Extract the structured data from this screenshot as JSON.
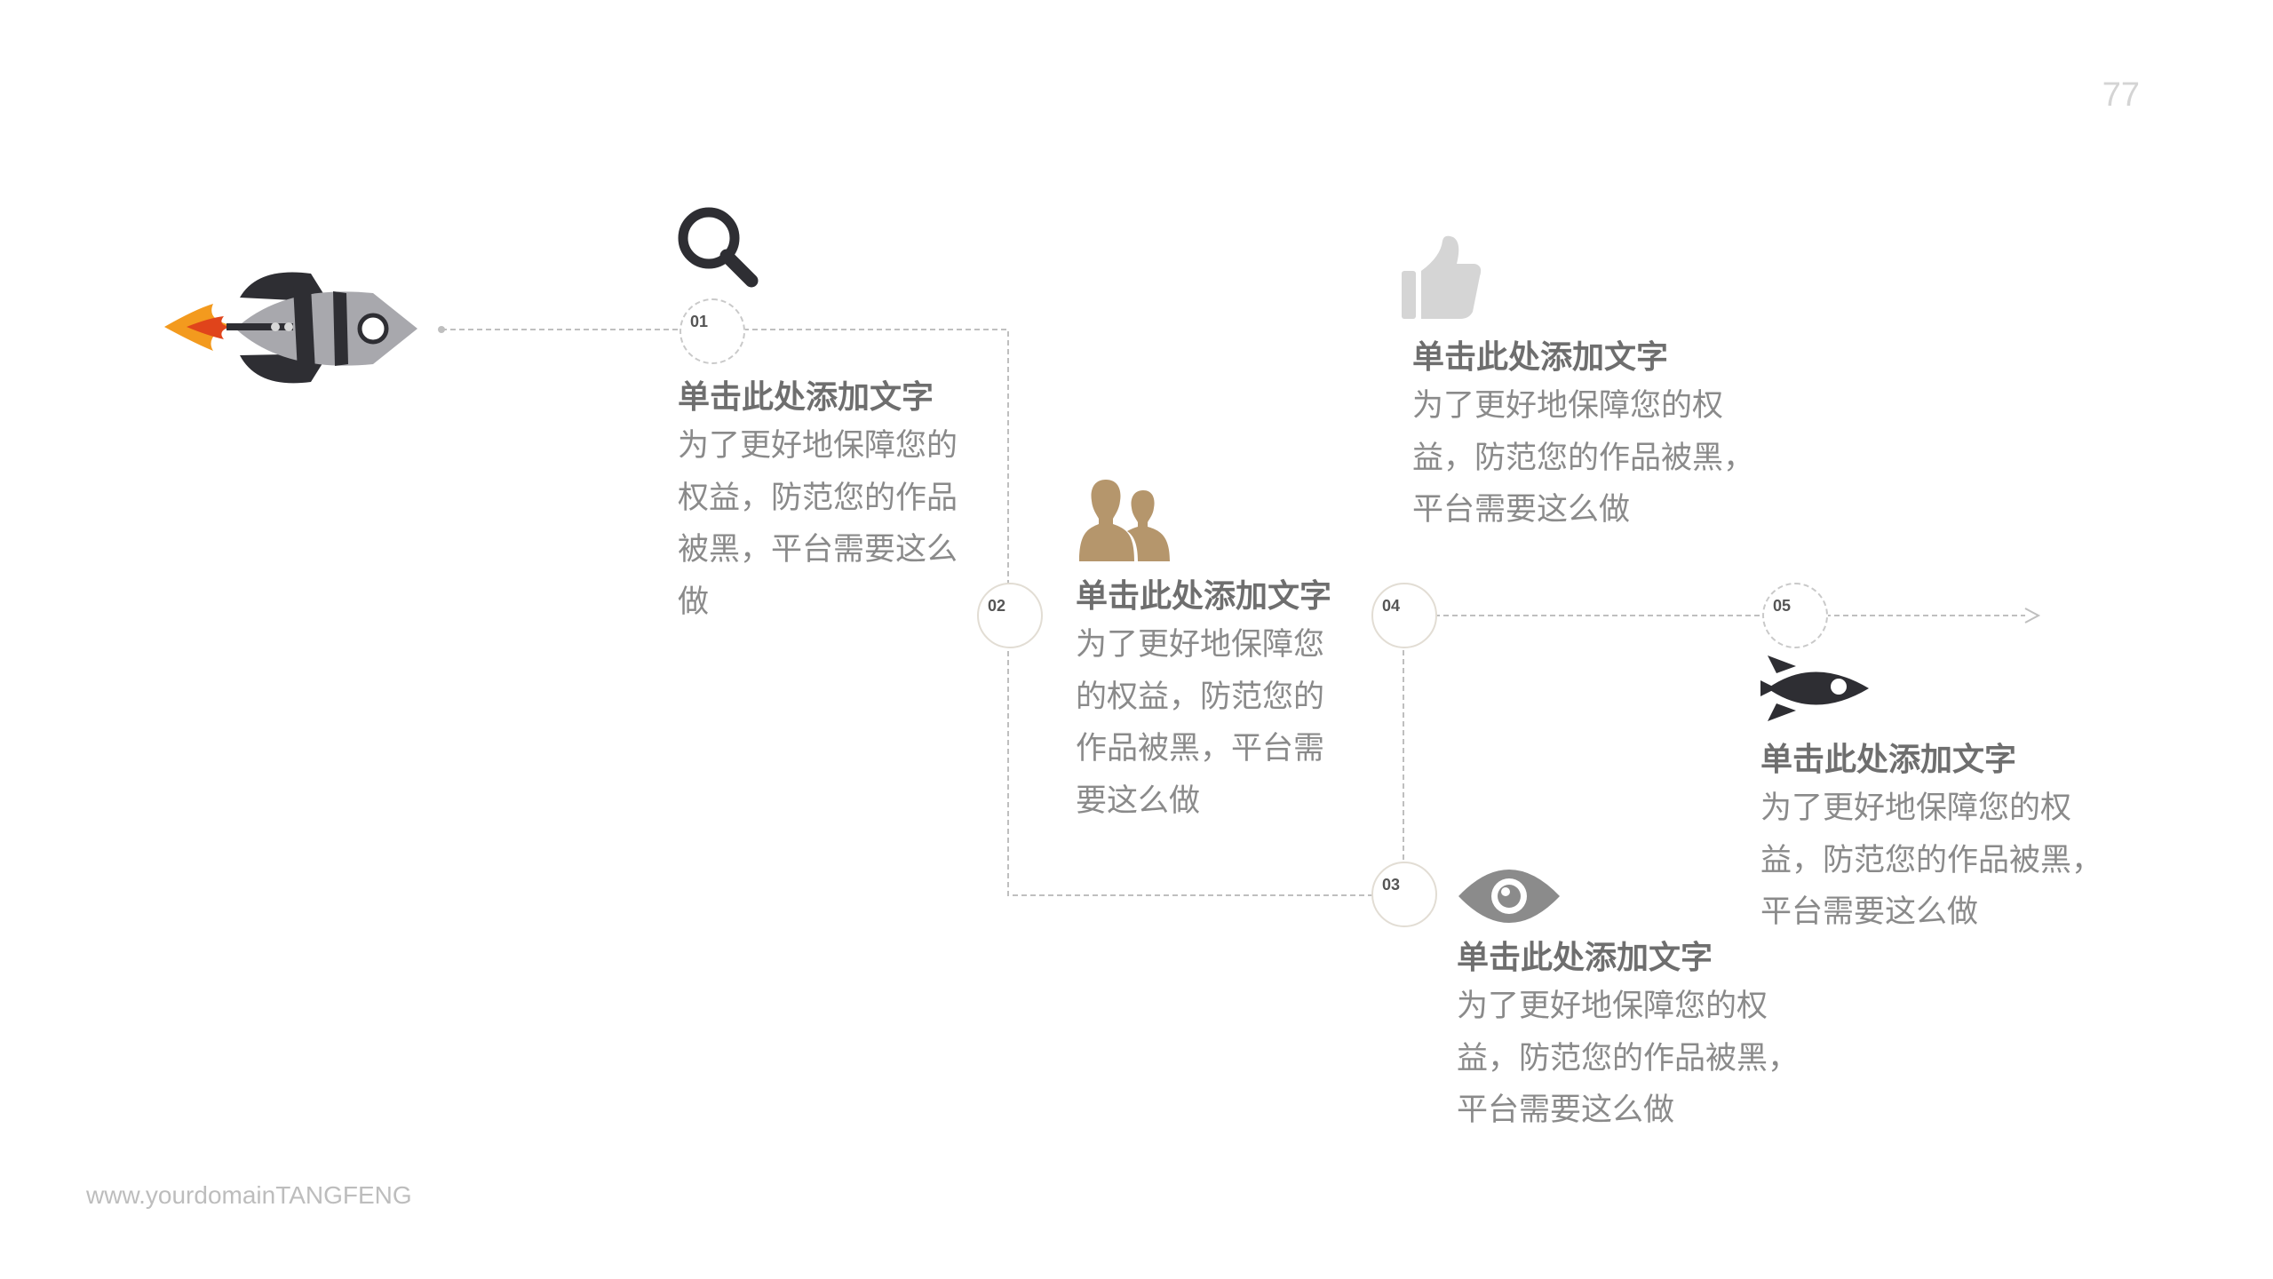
{
  "page_number": "77",
  "footer": "www.yourdomainTANGFENG",
  "colors": {
    "line": "#bfbfbf",
    "icon_dark": "#2e2e33",
    "icon_gold": "#b5966c",
    "icon_gray": "#8b8b8b",
    "icon_light": "#d5d5d5",
    "flame": "#f39a1e"
  },
  "steps": [
    {
      "number": "01",
      "icon": "search-icon",
      "title": "单击此处添加文字",
      "lines": [
        "为了更好地保障您的",
        "权益，防范您的作品",
        "被黑，平台需要这么",
        "做"
      ]
    },
    {
      "number": "02",
      "icon": "users-icon",
      "title": "单击此处添加文字",
      "lines": [
        "为了更好地保障您",
        "的权益，防范您的",
        "作品被黑，平台需",
        "要这么做"
      ]
    },
    {
      "number": "03",
      "icon": "eye-icon",
      "title": "单击此处添加文字",
      "lines": [
        "为了更好地保障您的权",
        "益，防范您的作品被黑，",
        "平台需要这么做"
      ]
    },
    {
      "number": "04",
      "icon": "thumbs-up-icon",
      "title": "单击此处添加文字",
      "lines": [
        "为了更好地保障您的权",
        "益，防范您的作品被黑，",
        "平台需要这么做"
      ]
    },
    {
      "number": "05",
      "icon": "rocket-icon",
      "title": "单击此处添加文字",
      "lines": [
        "为了更好地保障您的权",
        "益，防范您的作品被黑，",
        "平台需要这么做"
      ]
    }
  ]
}
